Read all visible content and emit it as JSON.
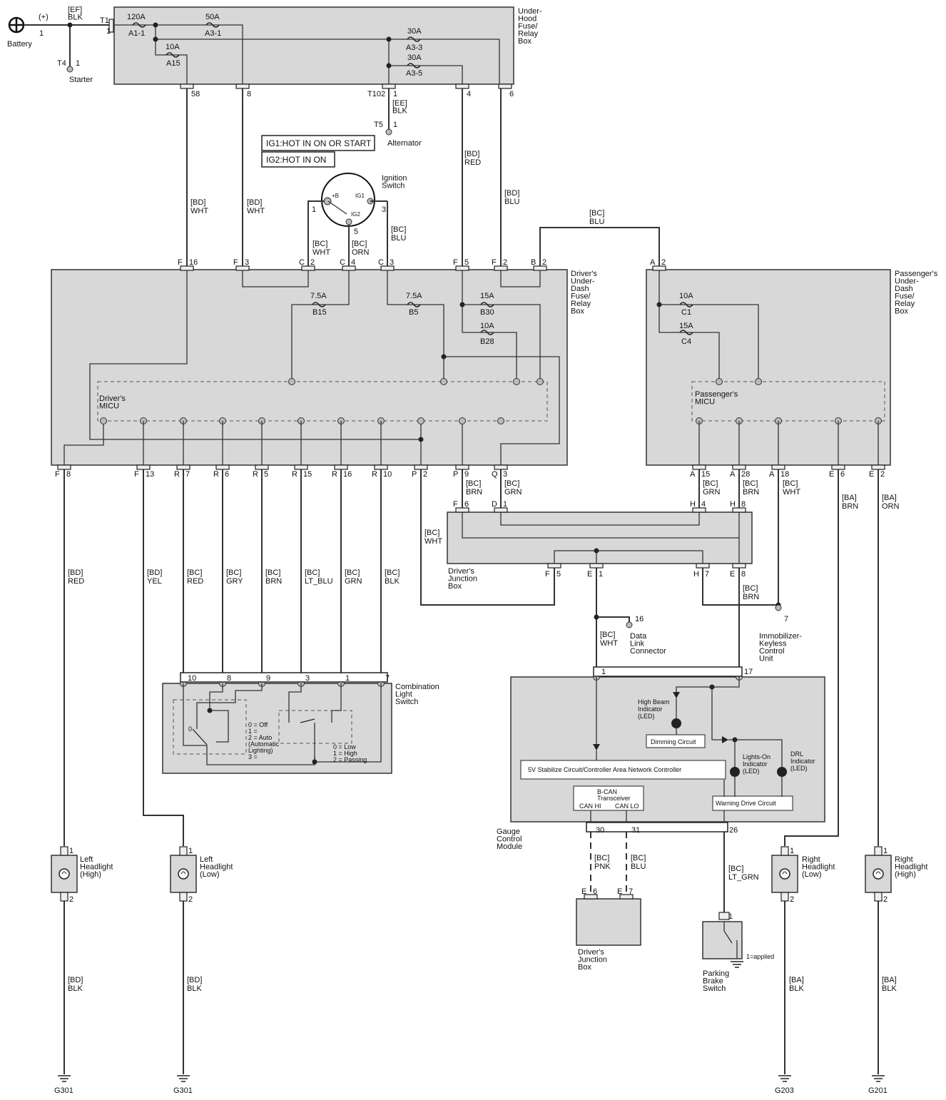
{
  "labels": {
    "battery": "Battery",
    "plus": "(+)",
    "ef_blk": [
      "[EF]",
      "BLK"
    ],
    "t1": "T1",
    "t4": "T4",
    "starter": "Starter",
    "uh_box": [
      "Under-",
      "Hood",
      "Fuse/",
      "Relay",
      "Box"
    ],
    "f120": "120A",
    "a11": "A1-1",
    "f50": "50A",
    "a31": "A3-1",
    "f10a15": "10A",
    "a15": "A15",
    "f30a": "30A",
    "a33": "A3-3",
    "f30b": "30A",
    "a35": "A3-5",
    "t102": "T102",
    "ee_blk": [
      "[EE]",
      "BLK"
    ],
    "t5": "T5",
    "alternator": "Alternator",
    "ig1": "IG1:HOT IN ON OR START",
    "ig2": "IG2:HOT IN ON",
    "ign_sw": [
      "Ignition",
      "Switch"
    ],
    "plus_b": "+B",
    "ig1_t": "IG1",
    "ig2_t": "IG2",
    "bd_wht": [
      "[BD]",
      "WHT"
    ],
    "bd_red": [
      "[BD]",
      "RED"
    ],
    "bd_blu": [
      "[BD]",
      "BLU"
    ],
    "bc_wht": [
      "[BC]",
      "WHT"
    ],
    "bc_orn": [
      "[BC]",
      "ORN"
    ],
    "bc_blu": [
      "[BC]",
      "BLU"
    ],
    "dud_box": [
      "Driver's",
      "Under-",
      "Dash",
      "Fuse/",
      "Relay",
      "Box"
    ],
    "pud_box": [
      "Passenger's",
      "Under-",
      "Dash",
      "Fuse/",
      "Relay",
      "Box"
    ],
    "f75a": "7.5A",
    "b15": "B15",
    "f75b": "7.5A",
    "b5": "B5",
    "f15a": "15A",
    "b30": "B30",
    "f10b": "10A",
    "b28": "B28",
    "f10c": "10A",
    "c1": "C1",
    "f15c": "15A",
    "c4": "C4",
    "d_micu": [
      "Driver's",
      "MICU"
    ],
    "p_micu": [
      "Passenger's",
      "MICU"
    ],
    "bc_brn": [
      "[BC]",
      "BRN"
    ],
    "bc_grn": [
      "[BC]",
      "GRN"
    ],
    "ba_brn": [
      "[BA]",
      "BRN"
    ],
    "ba_orn": [
      "[BA]",
      "ORN"
    ],
    "djb": [
      "Driver's",
      "Junction",
      "Box"
    ],
    "bc_red": [
      "[BC]",
      "RED"
    ],
    "bd_yel": [
      "[BD]",
      "YEL"
    ],
    "bc_gry": [
      "[BC]",
      "GRY"
    ],
    "bc_ltblu": [
      "[BC]",
      "LT_BLU"
    ],
    "bc_blk": [
      "[BC]",
      "BLK"
    ],
    "dlc": [
      "Data",
      "Link",
      "Connector"
    ],
    "imm": [
      "Immobilizer-",
      "Keyless",
      "Control",
      "Unit"
    ],
    "cls": [
      "Combination",
      "Light",
      "Switch"
    ],
    "cls_legend1": [
      "0 = Off",
      "1 =",
      "2 = Auto",
      "(Automatic",
      "Lighting)",
      "3 ="
    ],
    "cls_legend2": [
      "0 = Low",
      "1 = High",
      "2 = Passing"
    ],
    "hbi": [
      "High Beam",
      "Indicator",
      "(LED)"
    ],
    "dim": "Dimming Circuit",
    "loi": [
      "Lights-On",
      "Indicator",
      "(LED)"
    ],
    "drl": [
      "DRL",
      "Indicator",
      "(LED)"
    ],
    "stab": "5V Stabilize Circuit/Controller Area Network Controller",
    "bcan": [
      "B-CAN",
      "Transceiver"
    ],
    "canhi": "CAN HI",
    "canlo": "CAN LO",
    "warn": "Warning Drive Circuit",
    "gcm": [
      "Gauge",
      "Control",
      "Module"
    ],
    "bc_pnk": [
      "[BC]",
      "PNK"
    ],
    "bc_ltgrn": [
      "[BC]",
      "LT_GRN"
    ],
    "pbs": [
      "Parking",
      "Brake",
      "Switch"
    ],
    "applied": "1=applied",
    "lhh": [
      "Left",
      "Headlight",
      "(High)"
    ],
    "lhl": [
      "Left",
      "Headlight",
      "(Low)"
    ],
    "rhl": [
      "Right",
      "Headlight",
      "(Low)"
    ],
    "rhh": [
      "Right",
      "Headlight",
      "(High)"
    ],
    "bd_blk": [
      "[BD]",
      "BLK"
    ],
    "ba_blk": [
      "[BA]",
      "BLK"
    ],
    "g301a": "G301",
    "g301b": "G301",
    "g203": "G203",
    "g201": "G201"
  },
  "pins": {
    "uh": [
      "58",
      "8",
      "1",
      "4",
      "6"
    ],
    "drv_top": [
      [
        "F",
        "16"
      ],
      [
        "F",
        "3"
      ],
      [
        "C",
        "2"
      ],
      [
        "C",
        "4"
      ],
      [
        "C",
        "3"
      ],
      [
        "F",
        "5"
      ],
      [
        "F",
        "2"
      ],
      [
        "B",
        "2"
      ]
    ],
    "pas_top": [
      [
        "A",
        "2"
      ]
    ],
    "drv_bot": [
      [
        "F",
        "8"
      ],
      [
        "F",
        "13"
      ],
      [
        "R",
        "7"
      ],
      [
        "R",
        "6"
      ],
      [
        "R",
        "5"
      ],
      [
        "R",
        "15"
      ],
      [
        "R",
        "16"
      ],
      [
        "R",
        "10"
      ],
      [
        "P",
        "2"
      ],
      [
        "P",
        "9"
      ],
      [
        "Q",
        "3"
      ]
    ],
    "pas_bot": [
      [
        "A",
        "15"
      ],
      [
        "A",
        "28"
      ],
      [
        "A",
        "18"
      ],
      [
        "E",
        "6"
      ],
      [
        "E",
        "2"
      ]
    ],
    "djb_top": [
      [
        "F",
        "6"
      ],
      [
        "D",
        "1"
      ],
      [
        "H",
        "4"
      ],
      [
        "H",
        "8"
      ]
    ],
    "djb_bot": [
      [
        "F",
        "5"
      ],
      [
        "E",
        "1"
      ],
      [
        "H",
        "7"
      ],
      [
        "E",
        "8"
      ]
    ],
    "cls": [
      "10",
      "8",
      "9",
      "3",
      "1",
      "7"
    ],
    "gcm_top": [
      "1",
      "17"
    ],
    "gcm_bot": [
      "30",
      "31",
      "26"
    ],
    "djb2": [
      [
        "E",
        "6"
      ],
      [
        "E",
        "7"
      ]
    ],
    "ign": [
      "1",
      "5",
      "3"
    ],
    "dlc": "16",
    "imm": "7",
    "pbs": "1",
    "hl": [
      "1",
      "2"
    ]
  },
  "wire_colors": {
    "red": "#e01010",
    "blue": "#0a1fe0",
    "orange": "#f0a020",
    "yellow": "#f2f000",
    "gray": "#8a8a8a",
    "brown": "#a83030",
    "ltblue": "#8fd6ec",
    "green": "#129612",
    "black": "#000000",
    "white": "#ffffff",
    "pink": "#f4b8c0",
    "ltgreen": "#8ed68e"
  }
}
